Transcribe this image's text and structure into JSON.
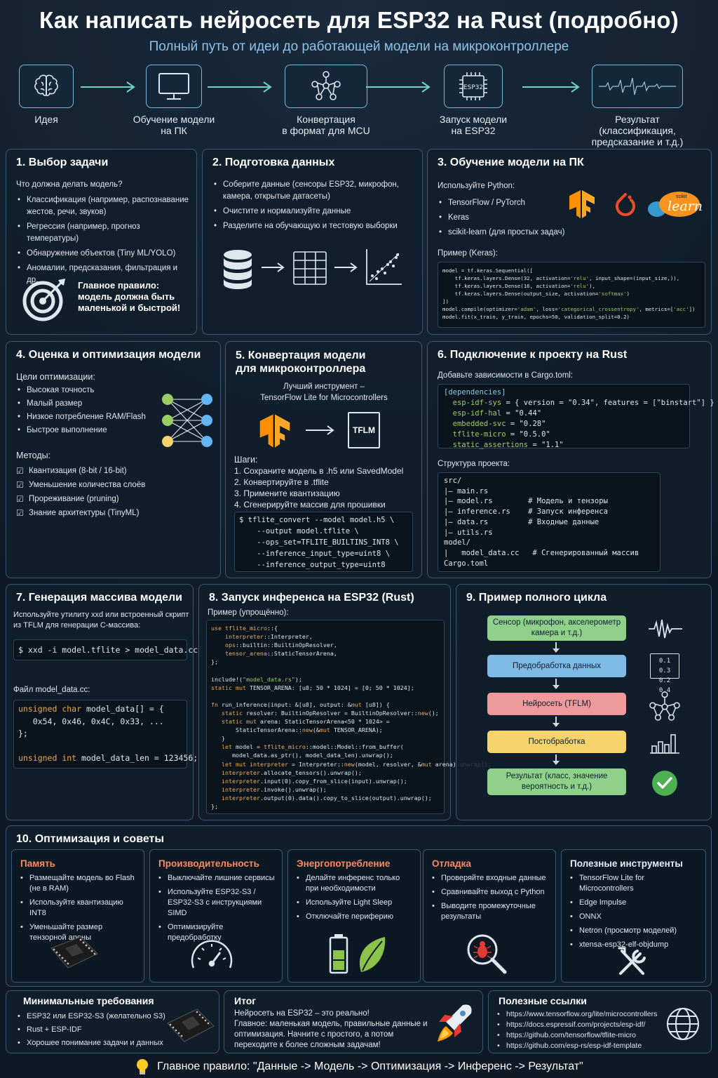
{
  "header": {
    "title": "Как написать нейросеть для ESP32 на Rust (подробно)",
    "subtitle": "Полный путь от идеи до работающей модели на микроконтроллере"
  },
  "pipeline": [
    {
      "icon": "brain-icon",
      "label": "Идея"
    },
    {
      "icon": "monitor-icon",
      "label": "Обучение модели\nна ПК"
    },
    {
      "icon": "network-icon",
      "label": "Конвертация\nв формат для MCU"
    },
    {
      "icon": "chip-icon",
      "label": "Запуск модели\nна ESP32",
      "chip_text": "ESP32"
    },
    {
      "icon": "waveform-icon",
      "label": "Результат\n(классификация,\nпредсказание и т.д.)"
    }
  ],
  "s1": {
    "title": "1. Выбор задачи",
    "question": "Что должна делать модель?",
    "items": [
      "Классификация (например, распознавание жестов, речи, звуков)",
      "Регрессия (например, прогноз температуры)",
      "Обнаружение объектов (Tiny ML/YOLO)",
      "Аномалии, предсказания, фильтрация и др."
    ],
    "rule": "Главное правило: модель должна быть маленькой и быстрой!"
  },
  "s2": {
    "title": "2. Подготовка данных",
    "items": [
      "Соберите данные (сенсоры ESP32, микрофон, камера, открытые датасеты)",
      "Очистите и нормализуйте данные",
      "Разделите на обучающую и тестовую выборки"
    ]
  },
  "s3": {
    "title": "3. Обучение модели на ПК",
    "intro": "Используйте Python:",
    "items": [
      "TensorFlow / PyTorch",
      "Keras",
      "scikit-learn (для простых задач)"
    ],
    "sklearn_logo": "learn",
    "sklearn_small": "scikit",
    "example_label": "Пример (Keras):",
    "code": [
      "model = tf.keras.Sequential([",
      "    tf.keras.layers.Dense(32, activation='relu', input_shape=(input_size,)),",
      "    tf.keras.layers.Dense(16, activation='relu'),",
      "    tf.keras.layers.Dense(output_size, activation='softmax')",
      "])",
      "model.compile(optimizer='adam', loss='categorical_crossentropy', metrics=['acc'])",
      "model.fit(x_train, y_train, epochs=50, validation_split=0.2)"
    ]
  },
  "s4": {
    "title": "4. Оценка и оптимизация модели",
    "goals_label": "Цели оптимизации:",
    "goals": [
      "Высокая точность",
      "Малый размер",
      "Низкое потребление RAM/Flash",
      "Быстрое выполнение"
    ],
    "methods_label": "Методы:",
    "methods": [
      "Квантизация (8-bit / 16-bit)",
      "Уменьшение количества слоёв",
      "Прореживание (pruning)",
      "Знание архитектуры (TinyML)"
    ]
  },
  "s5": {
    "title_line1": "5. Конвертация модели",
    "title_line2": "для микроконтроллера",
    "best_tool": "Лучший инструмент –\nTensorFlow Lite for Microcontrollers",
    "file_label": "TFLM",
    "steps_label": "Шаги:",
    "steps": [
      "1. Сохраните модель в .h5 или SavedModel",
      "2. Конвертируйте в .tflite",
      "3. Примените квантизацию",
      "4. Сгенерируйте массив для прошивки"
    ],
    "code": [
      "$ tflite_convert --model model.h5 \\",
      "    --output model.tflite \\",
      "    --ops_set=TFLITE_BUILTINS_INT8 \\",
      "    --inference_input_type=uint8 \\",
      "    --inference_output_type=uint8"
    ]
  },
  "s6": {
    "title": "6. Подключение к проекту на Rust",
    "deps_label": "Добавьте зависимости в Cargo.toml:",
    "deps_header": "[dependencies]",
    "deps": [
      {
        "name": "esp-idf-sys",
        "value": " = { version = \"0.34\", features = [\"binstart\"] }"
      },
      {
        "name": "esp-idf-hal",
        "value": " = \"0.44\""
      },
      {
        "name": "embedded-svc",
        "value": " = \"0.28\""
      },
      {
        "name": "tflite-micro",
        "value": " = \"0.5.0\""
      },
      {
        "name": "static_assertions",
        "value": " = \"1.1\""
      }
    ],
    "struct_label": "Структура проекта:",
    "tree": [
      "src/",
      "|— main.rs",
      "|— model.rs        # Модель и тензоры",
      "|— inference.rs    # Запуск инференса",
      "|— data.rs         # Входные данные",
      "|— utils.rs",
      "model/",
      "|   model_data.cc   # Сгенерированный массив",
      "Cargo.toml"
    ]
  },
  "s7": {
    "title": "7. Генерация массива модели",
    "desc": "Используйте утилиту xxd или встроенный скрипт из TFLM для генерации C-массива:",
    "cmd": "$ xxd -i model.tflite > model_data.cc",
    "file_label": "Файл model_data.cc:",
    "code": [
      "unsigned char model_data[] = {",
      "   0x54, 0x46, 0x4C, 0x33, ...",
      "};",
      "",
      "unsigned int model_data_len = 123456;"
    ]
  },
  "s8": {
    "title": "8. Запуск инференса на ESP32 (Rust)",
    "example_label": "Пример (упрощённо):",
    "code": [
      "use tflite_micro::{",
      "    interpreter::Interpreter,",
      "    ops::builtin::BuiltinOpResolver,",
      "    tensor_arena::StaticTensorArena,",
      "};",
      "",
      "include!(\"model_data.rs\");",
      "static mut TENSOR_ARENA: [u8; 50 * 1024] = [0; 50 * 1024];",
      "",
      "fn run_inference(input: &[u8], output: &mut [u8]) {",
      "   static resolver: BuiltinOpResolver = BuiltinOpResolver::new();",
      "   static mut arena: StaticTensorArena<50 * 1024> =",
      "       StaticTensorArena::new(&mut TENSOR_ARENA);",
      "   }",
      "   let model = tflite_micro::model::Model::from_buffer(",
      "      model_data.as_ptr(), model_data_len).unwrap();",
      "   let mut interpreter = Interpreter::new(model, resolver, &mut arena).unwrap();",
      "   interpreter.allocate_tensors().unwrap();",
      "   interpreter.input(0).copy_from_slice(input).unwrap();",
      "   interpreter.invoke().unwrap();",
      "   interpreter.output(0).data().copy_to_slice(output).unwrap();",
      "};"
    ]
  },
  "s9": {
    "title": "9. Пример полного цикла",
    "steps": [
      {
        "label": "Сенсор (микрофон, акселерометр\nкамера и т.д.)",
        "color": "#8fd18a",
        "icon": "waveform-icon"
      },
      {
        "label": "Предобработка данных",
        "color": "#7fb9e6",
        "icon": "matrix-icon"
      },
      {
        "label": "Нейросеть (TFLM)",
        "color": "#ef9a9a",
        "icon": "network-icon"
      },
      {
        "label": "Постобработка",
        "color": "#f6d36b",
        "icon": "bar-chart-icon"
      },
      {
        "label": "Результат (класс, значение\nвероятность и т.д.)",
        "color": "#8fd18a",
        "icon": "check-icon"
      }
    ],
    "matrix": [
      "0.1 0.3",
      "0.2 0.4"
    ]
  },
  "s10": {
    "title": "10. Оптимизация и советы",
    "cols": [
      {
        "title": "Память",
        "color": "#ff8a5c",
        "icon": "board-icon",
        "items": [
          "Размещайте модель во Flash (не в RAM)",
          "Используйте квантизацию INT8",
          "Уменьшайте размер тензорной арены"
        ]
      },
      {
        "title": "Производительность",
        "color": "#ff8a5c",
        "icon": "speedometer-icon",
        "items": [
          "Выключайте лишние сервисы",
          "Используйте ESP32-S3 / ESP32-S3 с инструкциями SIMD",
          "Оптимизируйте предобработку"
        ]
      },
      {
        "title": "Энергопотребление",
        "color": "#ff8a5c",
        "icon": "battery-leaf-icon",
        "items": [
          "Делайте инференс только при необходимости",
          "Используйте Light Sleep",
          "Отключайте периферию"
        ]
      },
      {
        "title": "Отладка",
        "color": "#ff8a5c",
        "icon": "bug-icon",
        "items": [
          "Проверяйте входные данные",
          "Сравнивайте выход с Python",
          "Выводите промежуточные результаты"
        ]
      },
      {
        "title": "Полезные инструменты",
        "color": "#e6edf3",
        "icon": "tools-icon",
        "items": [
          "TensorFlow Lite for Microcontrollers",
          "Edge Impulse",
          "ONNX",
          "Netron (просмотр моделей)",
          "xtensa-esp32-elf-objdump"
        ]
      }
    ]
  },
  "req": {
    "title": "Минимальные требования",
    "items": [
      "ESP32 или ESP32-S3 (желательно S3)",
      "Rust + ESP-IDF",
      "Хорошее понимание задачи и данных"
    ]
  },
  "summary": {
    "title": "Итог",
    "text": "Нейросеть на ESP32 – это реально!\nГлавное: маленькая модель, правильные данные и оптимизация. Начните с простого, а потом переходите к более сложным задачам!"
  },
  "links": {
    "title": "Полезные ссылки",
    "items": [
      "https://www.tensorflow.org/lite/microcontrollers",
      "https://docs.espressif.com/projects/esp-idf/",
      "https://github.com/tensorflow/tflite-micro",
      "https://github.com/esp-rs/esp-idf-template"
    ]
  },
  "footer": {
    "rule": "Главное правило: \"Данные -> Модель -> Оптимизация -> Инференс -> Результат\""
  },
  "colors": {
    "accent": "#7fb8d6",
    "orange": "#ff8a5c",
    "keyword": "#e9a84c",
    "string": "#9ccc65",
    "bg": "#0f1a26"
  }
}
